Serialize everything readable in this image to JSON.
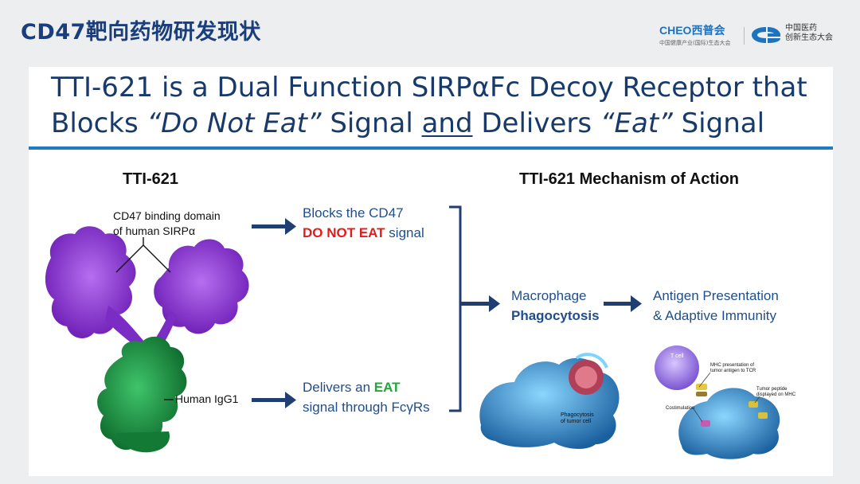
{
  "header": {
    "title": "CD47靶向药物研发现状",
    "logo1_brand": "CHEO西普会",
    "logo1_sub": "中国健康产业(国际)生态大会",
    "logo2_line1": "中国医药",
    "logo2_line2": "创新生态大会"
  },
  "slide": {
    "title_line1": "TTI-621 is a Dual Function SIRPαFc Decoy Receptor that",
    "title_line2_a": "Blocks ",
    "title_line2_b": "“Do Not Eat”",
    "title_line2_c": " Signal ",
    "title_line2_d": "and",
    "title_line2_e": " Delivers ",
    "title_line2_f": "“Eat”",
    "title_line2_g": " Signal",
    "left_heading": "TTI-621",
    "right_heading": "TTI-621 Mechanism of Action",
    "cd47_label_1": "CD47 binding domain",
    "cd47_label_2": "of human SIRPα",
    "igg_label": "Human IgG1",
    "block_1": "Blocks the CD47",
    "block_2a": "DO NOT EAT",
    "block_2b": " signal",
    "deliver_1a": "Delivers an ",
    "deliver_1b": "EAT",
    "deliver_2": "signal through FcγRs",
    "macro_1": "Macrophage",
    "macro_2": "Phagocytosis",
    "antigen_1": "Antigen Presentation",
    "antigen_2": "& Adaptive Immunity",
    "img1_caption_1": "Phagocytosis",
    "img1_caption_2": "of tumor cell",
    "img2_tcell": "T cell",
    "img2_mhc_1": "MHC presentation of",
    "img2_mhc_2": "tumor antigen to TCR",
    "img2_peptide_1": "Tumor peptide",
    "img2_peptide_2": "displayed on MHC",
    "img2_costim": "Costimulation"
  },
  "colors": {
    "title_blue": "#173a6b",
    "rule_blue": "#1f7cc1",
    "arrow_navy": "#1f3f73",
    "red": "#e21c1c",
    "green": "#1fa83a"
  }
}
